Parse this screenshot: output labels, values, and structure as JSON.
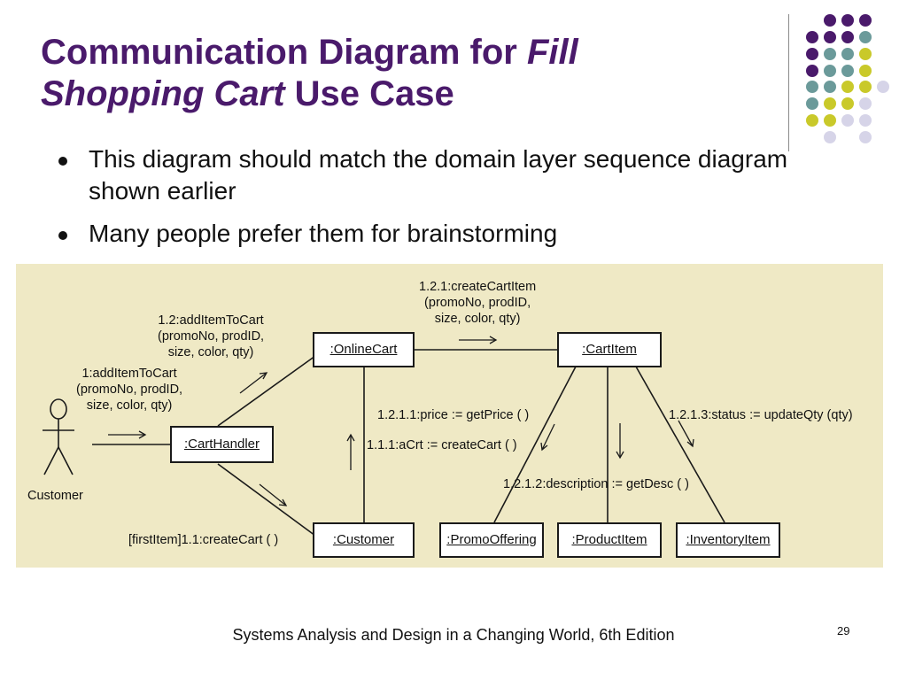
{
  "slide": {
    "title_part1": "Communication Diagram for ",
    "title_italic1": "Fill",
    "title_italic2": "Shopping Cart",
    "title_part2": " Use Case",
    "bullets": [
      "This diagram should match the domain layer sequence diagram shown earlier",
      "Many people prefer them for brainstorming"
    ],
    "footer": "Systems Analysis and Design in a Changing World, 6th Edition",
    "page_number": "29"
  },
  "colors": {
    "title": "#4a1a6b",
    "diagram_background": "#efe9c5",
    "dot_purple": "#4a1a6b",
    "dot_teal": "#6b9a9a",
    "dot_yellow": "#c9c92a",
    "dot_lavender": "#d6d4e8"
  },
  "diagram": {
    "actor": {
      "label": "Customer",
      "icon": "stick-figure-icon"
    },
    "objects": {
      "cart_handler": ":CartHandler",
      "online_cart": ":OnlineCart",
      "cart_item": ":CartItem",
      "customer": ":Customer",
      "promo_offering": ":PromoOffering",
      "product_item": ":ProductItem",
      "inventory_item": ":InventoryItem"
    },
    "messages": {
      "m1": [
        "1:addItemToCart",
        "(promoNo, prodID,",
        "size, color, qty)"
      ],
      "m12": [
        "1.2:addItemToCart",
        "(promoNo, prodID,",
        "size, color, qty)"
      ],
      "m121": [
        "1.2.1:createCartItem",
        "(promoNo, prodID,",
        "size, color, qty)"
      ],
      "m11": "[firstItem]1.1:createCart ( )",
      "m111": "1.1.1:aCrt := createCart ( )",
      "m1211": "1.2.1.1:price := getPrice ( )",
      "m1212": "1.2.1.2:description := getDesc ( )",
      "m1213": "1.2.1.3:status := updateQty (qty)"
    }
  }
}
